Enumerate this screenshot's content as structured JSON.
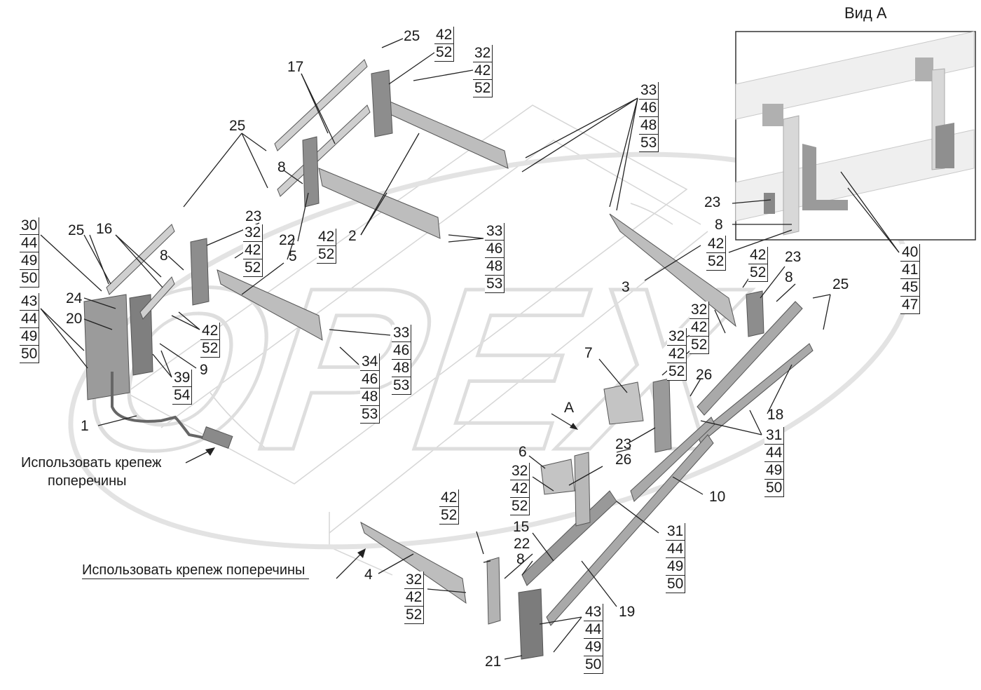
{
  "view_title": "Вид А",
  "arrow_label": "А",
  "notes": {
    "left": [
      "Использовать крепеж",
      "поперечины"
    ],
    "bottom": "Использовать крепеж поперечины"
  },
  "watermark": "OPEX",
  "labels": {
    "l1": "1",
    "l2": "2",
    "l3": "3",
    "l4": "4",
    "l5": "5",
    "l6": "6",
    "l7": "7",
    "l8a": "8",
    "l8b": "8",
    "l8c": "8",
    "l8d": "8",
    "l8e": "8",
    "l9": "9",
    "l10": "10",
    "l15": "15",
    "l16": "16",
    "l17": "17",
    "l18": "18",
    "l19": "19",
    "l20": "20",
    "l21": "21",
    "l22a": "22",
    "l22b": "22",
    "l23a": "23",
    "l23b": "23",
    "l23c": "23",
    "l23d": "23",
    "l24": "24",
    "l25a": "25",
    "l25b": "25",
    "l25c": "25",
    "l25d": "25",
    "l26a": "26",
    "l26b": "26"
  },
  "stacks": {
    "s_top_4252": [
      "42",
      "52"
    ],
    "s_top_324252": [
      "32",
      "42",
      "52"
    ],
    "s_33_top": [
      "33",
      "46",
      "48",
      "53"
    ],
    "s_32_mid": [
      "32",
      "42",
      "52"
    ],
    "s_4252_mid": [
      "42",
      "52"
    ],
    "s_33_mid": [
      "33",
      "46",
      "48",
      "53"
    ],
    "s_30": [
      "30",
      "44",
      "49",
      "50"
    ],
    "s_43_left": [
      "43",
      "44",
      "49",
      "50"
    ],
    "s_4252_left": [
      "42",
      "52"
    ],
    "s_3954": [
      "39",
      "54"
    ],
    "s_33_low": [
      "33",
      "46",
      "48",
      "53"
    ],
    "s_34": [
      "34",
      "46",
      "48",
      "53"
    ],
    "s_4252_viewA": [
      "42",
      "52"
    ],
    "s_40": [
      "40",
      "41",
      "45",
      "47"
    ],
    "s_4252_r": [
      "42",
      "52"
    ],
    "s_32_r1": [
      "32",
      "42",
      "52"
    ],
    "s_32_r2": [
      "32",
      "42",
      "52"
    ],
    "s_31_a": [
      "31",
      "44",
      "49",
      "50"
    ],
    "s_31_b": [
      "31",
      "44",
      "49",
      "50"
    ],
    "s_32_b": [
      "32",
      "42",
      "52"
    ],
    "s_4252_b": [
      "42",
      "52"
    ],
    "s_32_bb": [
      "32",
      "42",
      "52"
    ],
    "s_43_b": [
      "43",
      "44",
      "49",
      "50"
    ]
  }
}
